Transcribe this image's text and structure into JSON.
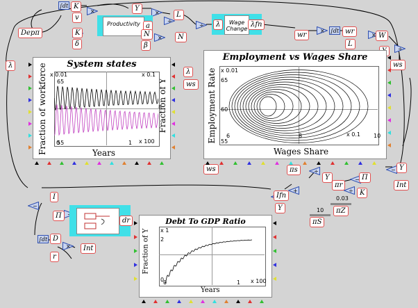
{
  "variables": {
    "dep_pi": "Depπ",
    "delta": "δ",
    "v": "v",
    "K_top": "K",
    "K_mid": "K",
    "Y_top": "Y",
    "L_top": "L",
    "N_top": "N",
    "N_mid": "N",
    "beta": "β",
    "a": "a",
    "lambda_fn": "λfn",
    "lambda_top": "λ",
    "lambda_left": "λ",
    "lambda_mid": "λ",
    "w_r": "wr",
    "w_r2": "wr",
    "L_right": "L",
    "W": "W",
    "Y_right": "Y",
    "w_s_right": "ws",
    "w_s_mid": "ws",
    "w_s_bottom": "ws",
    "Y_int": "Y",
    "Int_right": "Int",
    "Pi_right": "Π",
    "pi_r": "πr",
    "pi_s": "πs",
    "Y_pi": "Y",
    "K_right": "K",
    "I_fn": "Ifn",
    "Y_ifn": "Y",
    "I_left": "I",
    "Pi_left": "Π",
    "D": "D",
    "r": "r",
    "Int_bottom": "Int",
    "d_r": "dr"
  },
  "groups": {
    "productivity": "Productivity",
    "wage_change": "Wage Change"
  },
  "params": {
    "pi_S_value": "10",
    "pi_S_label": "πS",
    "pi_Z_value": "0.03",
    "pi_Z_label": "πZ"
  },
  "system_states": {
    "title": "System states",
    "ylabel_left": "Fraction of workforce",
    "ylabel_right": "Fraction of Y",
    "xlabel": "Years",
    "tick_top_left": "x 0.01",
    "tick_top_right": "x 0.1",
    "tick_y_left_top": "65",
    "tick_y_left_bottom": "55",
    "tick_y_right_mid": "8",
    "tick_x_0": "0",
    "tick_x_1": "1",
    "tick_x_mult": "x 100",
    "colors": {
      "workforce": "#000000",
      "wages": "#c040c0"
    }
  },
  "phase_plot": {
    "title": "Employment vs Wages Share",
    "ylabel": "Employment Rate",
    "xlabel": "Wages Share",
    "tick_top_left": "x 0.01",
    "tick_y_top": "65",
    "tick_y_mid": "60",
    "tick_y_bottom": "55",
    "tick_x_6": "6",
    "tick_x_8": "8",
    "tick_x_10": "10",
    "tick_x_mult": "x 0.1"
  },
  "debt_plot": {
    "title": "Debt To GDP Ratio",
    "ylabel": "Fraction of Y",
    "xlabel": "Years",
    "tick_y_1": "x 1",
    "tick_y_2": "2",
    "tick_y_0": "0",
    "tick_x_0": "0",
    "tick_x_1": "1",
    "tick_x_mult": "x 100"
  },
  "colors": {
    "background": "#d4d4d4",
    "variable_border": "#e05050",
    "operator_fill": "#c8d4f0",
    "operator_border": "#3050b0",
    "group_fill": "#40e0e8",
    "wire": "#000000"
  },
  "port_colors": [
    "#000000",
    "#e03030",
    "#30c030",
    "#3030e0",
    "#e0e030",
    "#e030e0",
    "#30e0e0",
    "#e08030"
  ]
}
